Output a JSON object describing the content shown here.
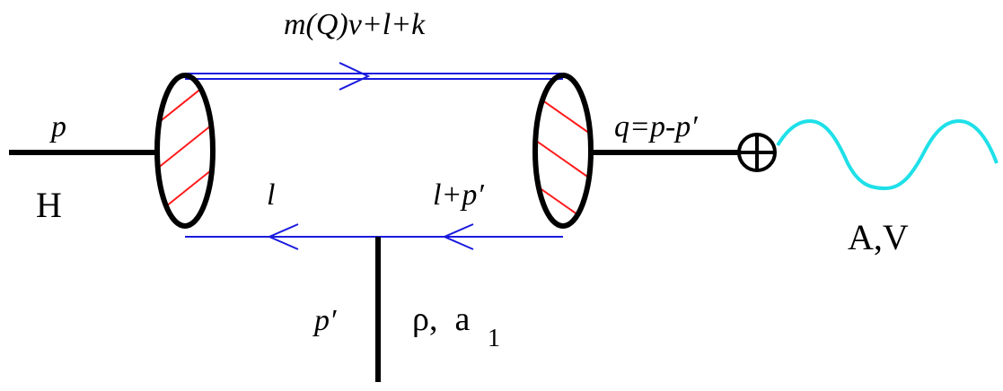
{
  "labels": {
    "top_line": "m(Q)v+l+k",
    "incoming_momentum": "p",
    "incoming_particle": "H",
    "bottom_left_line": "l",
    "bottom_right_line": "l+p′",
    "outgoing_momentum": "q=p-p′",
    "current_label": "A,V",
    "emitted_momentum": "p′",
    "emitted_meson": "ρ,  a",
    "emitted_meson_subscript": "1"
  },
  "colors": {
    "lines": "#000000",
    "quark_lines": "#1a1adf",
    "vertex_hatch": "#ff1a1a",
    "gauge_wave": "#1ee0e8"
  }
}
